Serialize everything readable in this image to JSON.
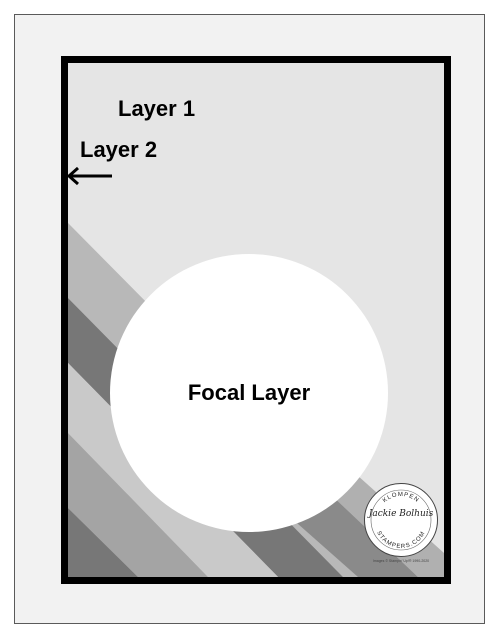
{
  "labels": {
    "layer1": "Layer 1",
    "layer2": "Layer 2",
    "focal": "Focal Layer"
  },
  "stamp": {
    "top_text": "KLOMPEN",
    "name": "Jackie Bolhuis",
    "bottom_text": "STAMPERS.COM",
    "copyright": "Images © Stampin' Up!® 1990-2020"
  },
  "colors": {
    "background_card": "#f2f2f2",
    "layer_fill": "#e5e5e5",
    "border": "#000000",
    "stripe_light": "#b8b8b8",
    "stripe_mid": "#d0d0d0",
    "stripe_dark": "#777777",
    "focal_fill": "#ffffff"
  },
  "icons": {
    "arrow": "left-arrow-icon",
    "logo": "klompen-stampers-logo"
  }
}
